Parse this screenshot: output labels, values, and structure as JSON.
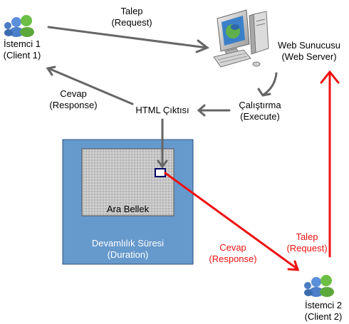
{
  "client1": {
    "line1": "İstemci 1",
    "line2": "(Client 1)"
  },
  "client2": {
    "line1": "İstemci 2",
    "line2": "(Client 2)"
  },
  "server": {
    "line1": "Web Sunucusu",
    "line2": "(Web Server)"
  },
  "request1": {
    "line1": "Talep",
    "line2": "(Request)"
  },
  "response1": {
    "line1": "Cevap",
    "line2": "(Response)"
  },
  "execute": {
    "line1": "Çalıştırma",
    "line2": "(Execute)"
  },
  "html_output": {
    "label": "HTML Çıktısı"
  },
  "cache": {
    "label": "Ara Bellek"
  },
  "duration": {
    "line1": "Devamlılık Süresi",
    "line2": "(Duration)"
  },
  "request2": {
    "line1": "Talep",
    "line2": "(Request)"
  },
  "response2": {
    "line1": "Cevap",
    "line2": "(Response)"
  },
  "colors": {
    "gray_arrow": "#666666",
    "red_arrow": "#ee1111",
    "duration_box": "#6699cc",
    "cache_box": "#c8c8c8",
    "cache_marker": "#000066"
  }
}
